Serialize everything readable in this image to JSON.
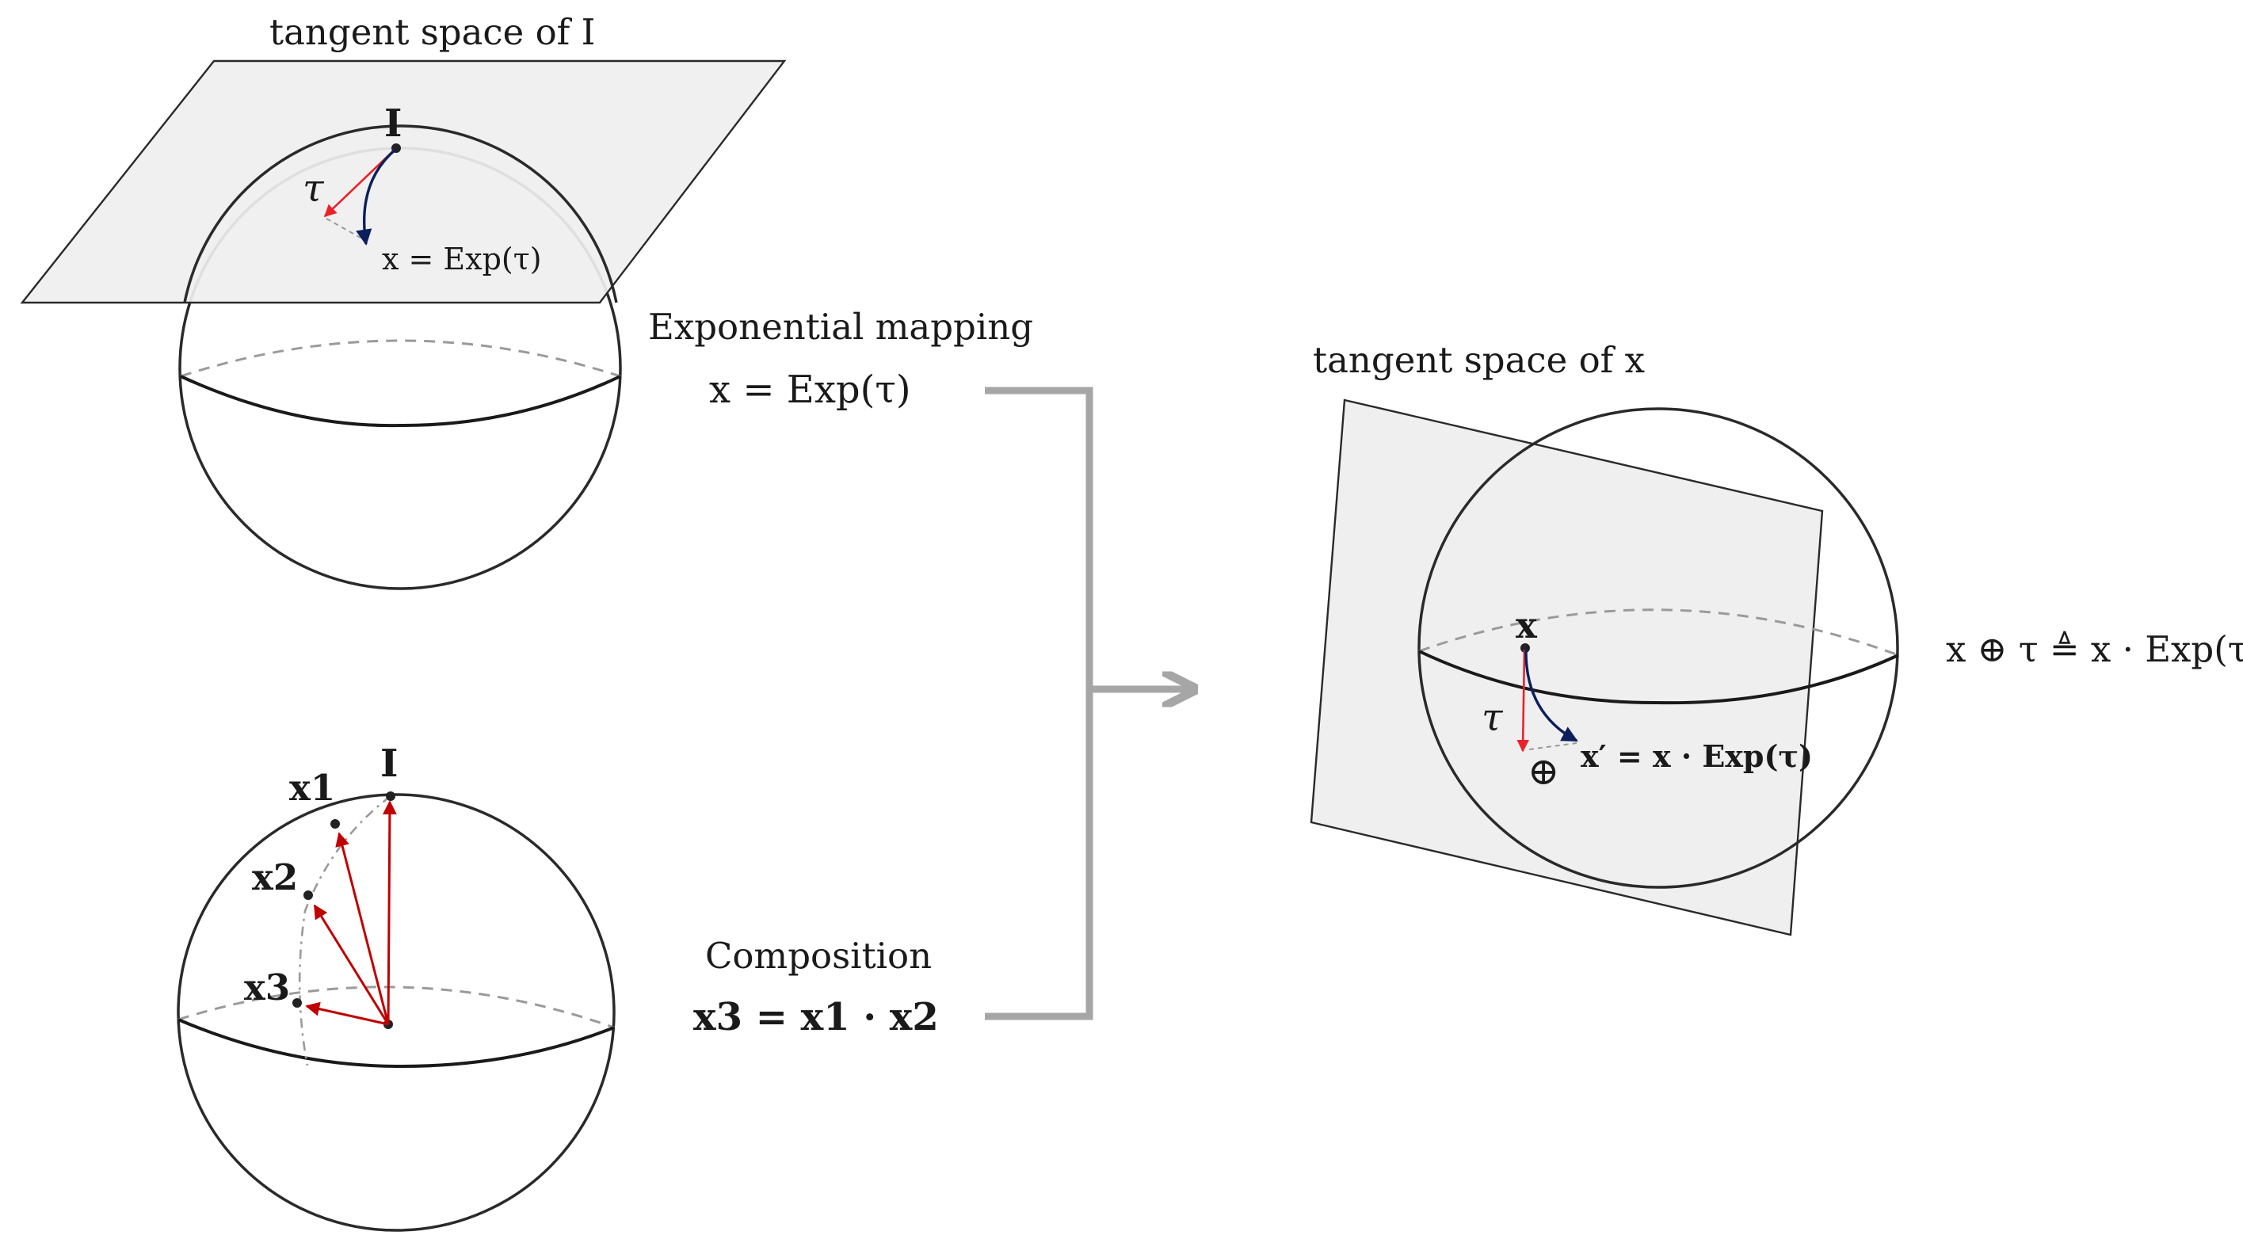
{
  "top_left": {
    "plane_label": "tangent space of I",
    "point_label": "I",
    "tau_label": "τ",
    "map_label": "x = Exp(τ)"
  },
  "exp_mapping": {
    "title": "Exponential mapping",
    "formula": "x = Exp(τ)"
  },
  "bottom_left": {
    "point_I": "I",
    "x1": "x1",
    "x2": "x2",
    "x3": "x3"
  },
  "composition": {
    "title": "Composition",
    "formula": "x3 = x1 · x2"
  },
  "right": {
    "plane_label": "tangent space of x",
    "point_label": "x",
    "tau_label": "τ",
    "oplus_symbol": "⊕",
    "map_label": "x′ = x · Exp(τ)",
    "definition": "x ⊕ τ ≜ x · Exp(τ)"
  },
  "colors": {
    "outline": "#2a2a2a",
    "plane_fill": "#efefef",
    "dashed": "#9a9a9a",
    "red_arrow": "#e8232a",
    "dark_red_arrow": "#c00000",
    "navy_arrow": "#0b1f5c",
    "connector": "#a6a6a6"
  }
}
